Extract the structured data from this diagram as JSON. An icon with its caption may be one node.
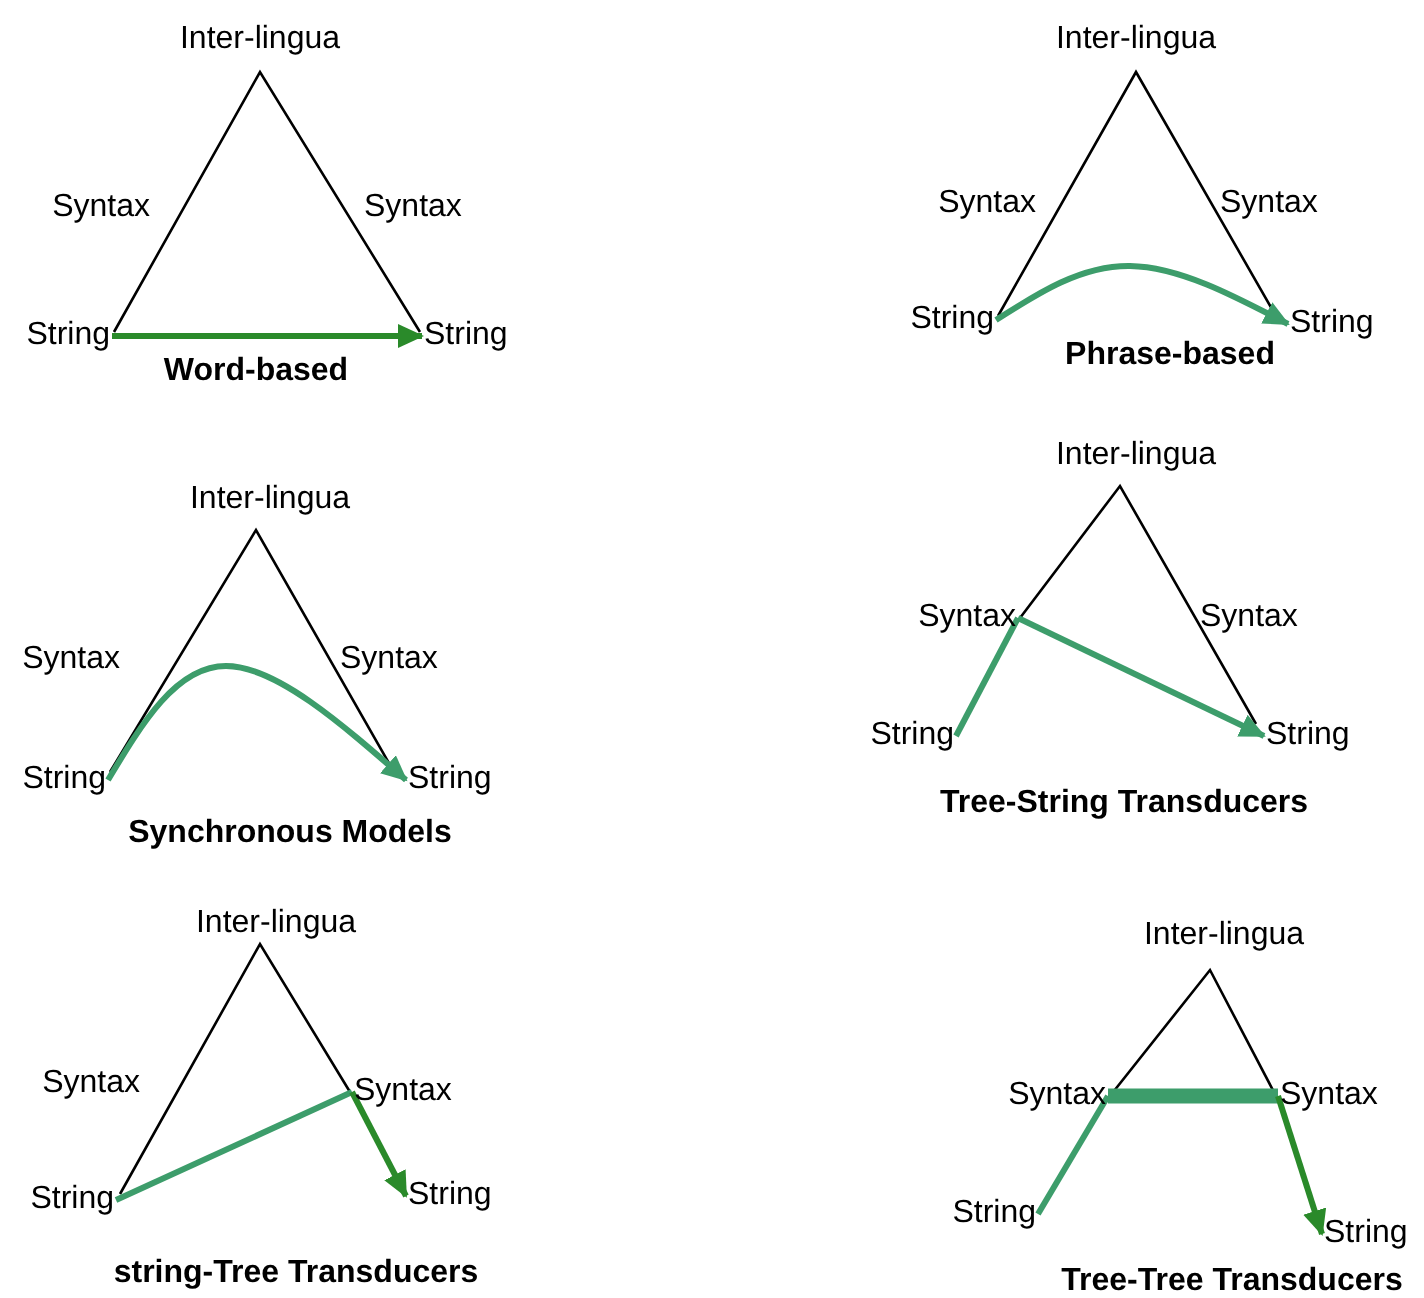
{
  "diagram": {
    "nodes": [
      {
        "text": [
          "Inter-lingua"
        ]
      },
      {
        "text": [
          "Syntax"
        ]
      },
      {
        "text": [
          "Syntax"
        ]
      },
      {
        "text": [
          "String"
        ]
      },
      {
        "text": [
          "String"
        ]
      },
      {
        "text": [
          "Inter-lingua"
        ]
      },
      {
        "text": [
          "Syntax"
        ]
      },
      {
        "text": [
          "Syntax"
        ]
      },
      {
        "text": [
          "String"
        ]
      },
      {
        "text": [
          "String"
        ]
      },
      {
        "text": [
          "Inter-lingua"
        ]
      },
      {
        "text": [
          "Syntax"
        ]
      },
      {
        "text": [
          "Syntax"
        ]
      },
      {
        "text": [
          "String"
        ]
      },
      {
        "text": [
          "String"
        ]
      },
      {
        "text": [
          "Inter-lingua"
        ]
      },
      {
        "text": [
          "Syntax"
        ]
      },
      {
        "text": [
          "Syntax"
        ]
      },
      {
        "text": [
          "String"
        ]
      },
      {
        "text": [
          "String"
        ]
      },
      {
        "text": [
          "Inter-lingua"
        ]
      },
      {
        "text": [
          "Syntax"
        ]
      },
      {
        "text": [
          "Syntax"
        ]
      },
      {
        "text": [
          "String"
        ]
      },
      {
        "text": [
          "String"
        ]
      },
      {
        "text": [
          "Inter-lingua"
        ]
      },
      {
        "text": [
          "Syntax"
        ]
      },
      {
        "text": [
          "Syntax"
        ]
      },
      {
        "text": [
          "String"
        ]
      },
      {
        "text": [
          "String"
        ]
      }
    ],
    "edges": [
      {
        "from": 3,
        "to": 4,
        "arrow": "to",
        "color": "#2a8a2a"
      },
      {
        "from": 8,
        "to": 9,
        "arrow": "to"
      },
      {
        "from": 13,
        "to": 14,
        "arrow": "to"
      },
      {
        "from": 18,
        "to": 16,
        "arrow": "none"
      },
      {
        "from": 16,
        "to": 19,
        "arrow": "to"
      },
      {
        "from": 23,
        "to": 22,
        "arrow": "none"
      },
      {
        "from": 22,
        "to": 24,
        "arrow": "to",
        "color": "#2a8a2a"
      },
      {
        "from": 28,
        "to": 26,
        "arrow": "none"
      },
      {
        "from": 26,
        "to": 27,
        "arrow": "none",
        "style": "thick"
      },
      {
        "from": 27,
        "to": 29,
        "arrow": "to",
        "color": "#2a8a2a"
      }
    ],
    "labels": [
      "Word-based",
      "Phrase-based",
      "Synchronous Models",
      "Tree-String Transducers",
      "string-Tree Transducers",
      "Tree-Tree Transducers"
    ]
  }
}
